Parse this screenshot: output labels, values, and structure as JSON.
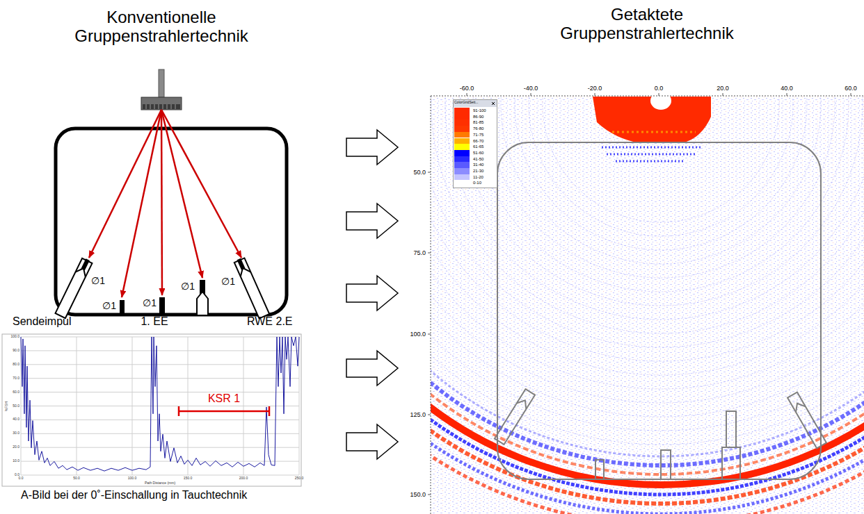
{
  "diagram": {
    "caption": "A-Bild bei der 0˚-Einschallung in Tauchtechnik",
    "labels": [
      "Konventionelle Gruppenstrahlertechnik",
      "Getaktete Gruppenstrahlertechnik",
      "∅1",
      "∅1",
      "∅1",
      "∅1",
      "∅1",
      "Sendeimpul",
      "1. EE",
      "RWE 2.E",
      "KSR 1",
      "100.0",
      "90.0",
      "80.0",
      "70.0",
      "60.0",
      "50.0",
      "40.0",
      "30.0",
      "20.0",
      "10.0",
      "0.0",
      "0.0",
      "50.0",
      "100.0",
      "150.0",
      "200.0",
      "250.0",
      "Path Distance (mm)",
      "%FSH",
      "ColorGridSett...",
      "-60.0",
      "-40.0",
      "-20.0",
      "0.0",
      "20.0",
      "40.0",
      "60.0",
      "50.0",
      "75.0",
      "100.0",
      "125.0",
      "150.0"
    ],
    "legend": [
      {
        "text": "91-100",
        "color": "#ff2a00"
      },
      {
        "text": "86-90",
        "color": "#ff2a00"
      },
      {
        "text": "81-85",
        "color": "#ff3000"
      },
      {
        "text": "76-80",
        "color": "#ff3800"
      },
      {
        "text": "71-75",
        "color": "#ff7a00"
      },
      {
        "text": "66-70",
        "color": "#ffb000"
      },
      {
        "text": "61-65",
        "color": "#ffff00"
      },
      {
        "text": "51-60",
        "color": "#0000ff"
      },
      {
        "text": "41-50",
        "color": "#2a2aff"
      },
      {
        "text": "31-40",
        "color": "#5a5aff"
      },
      {
        "text": "21-30",
        "color": "#8c8cff"
      },
      {
        "text": "11-20",
        "color": "#c4c4ff"
      },
      {
        "text": "0-10",
        "color": "#ffffff"
      }
    ]
  }
}
